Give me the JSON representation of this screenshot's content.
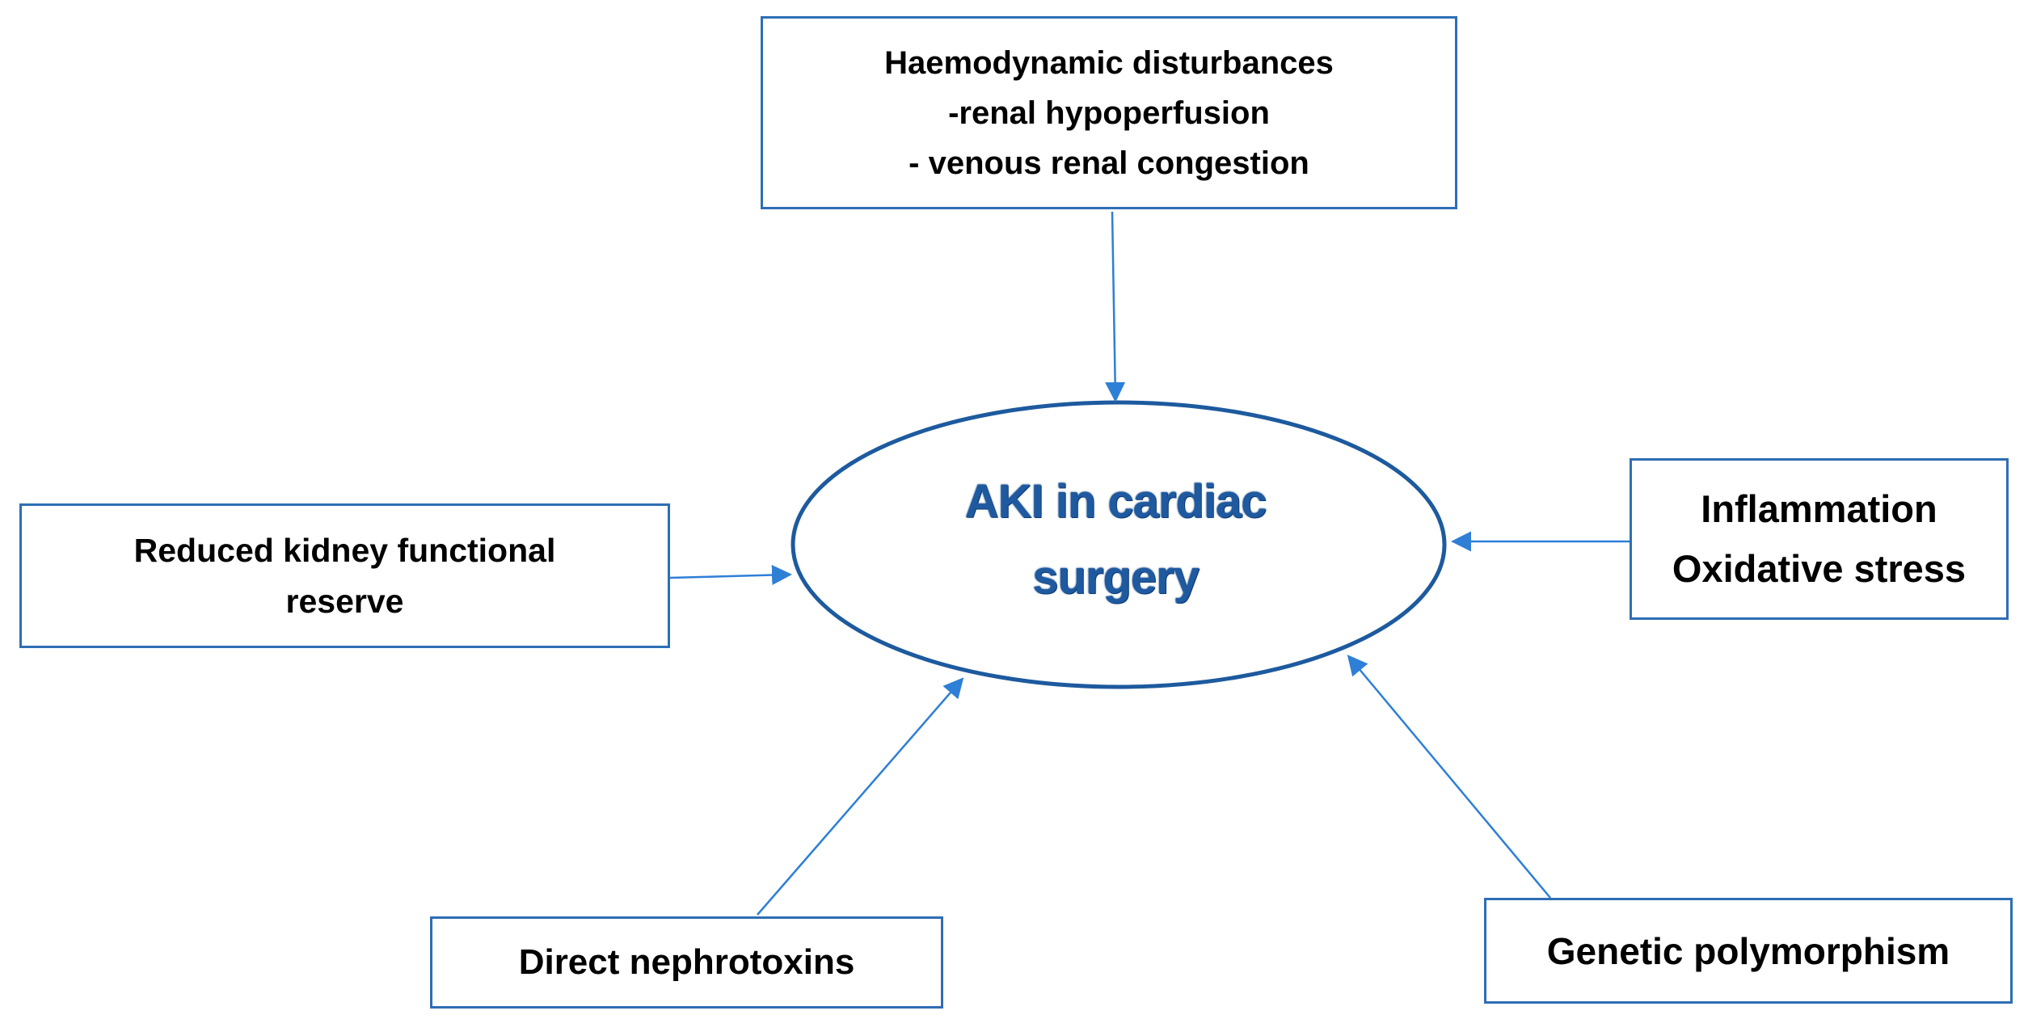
{
  "center": {
    "lines": [
      "AKI in cardiac",
      "surgery"
    ]
  },
  "boxes": {
    "haemodynamic": {
      "lines": [
        "Haemodynamic disturbances",
        "-renal hypoperfusion",
        "- venous renal congestion"
      ]
    },
    "kidney_reserve": {
      "lines": [
        "Reduced kidney functional",
        "reserve"
      ]
    },
    "inflammation": {
      "lines": [
        "Inflammation",
        "Oxidative stress"
      ]
    },
    "nephrotoxins": {
      "lines": [
        "Direct nephrotoxins"
      ]
    },
    "genetic": {
      "lines": [
        "Genetic polymorphism"
      ]
    }
  },
  "colors": {
    "box_border": "#2e6eb5",
    "arrow": "#2e7fd6",
    "ellipse": "#1d5a9e",
    "center_text": "#1f5aa0"
  }
}
